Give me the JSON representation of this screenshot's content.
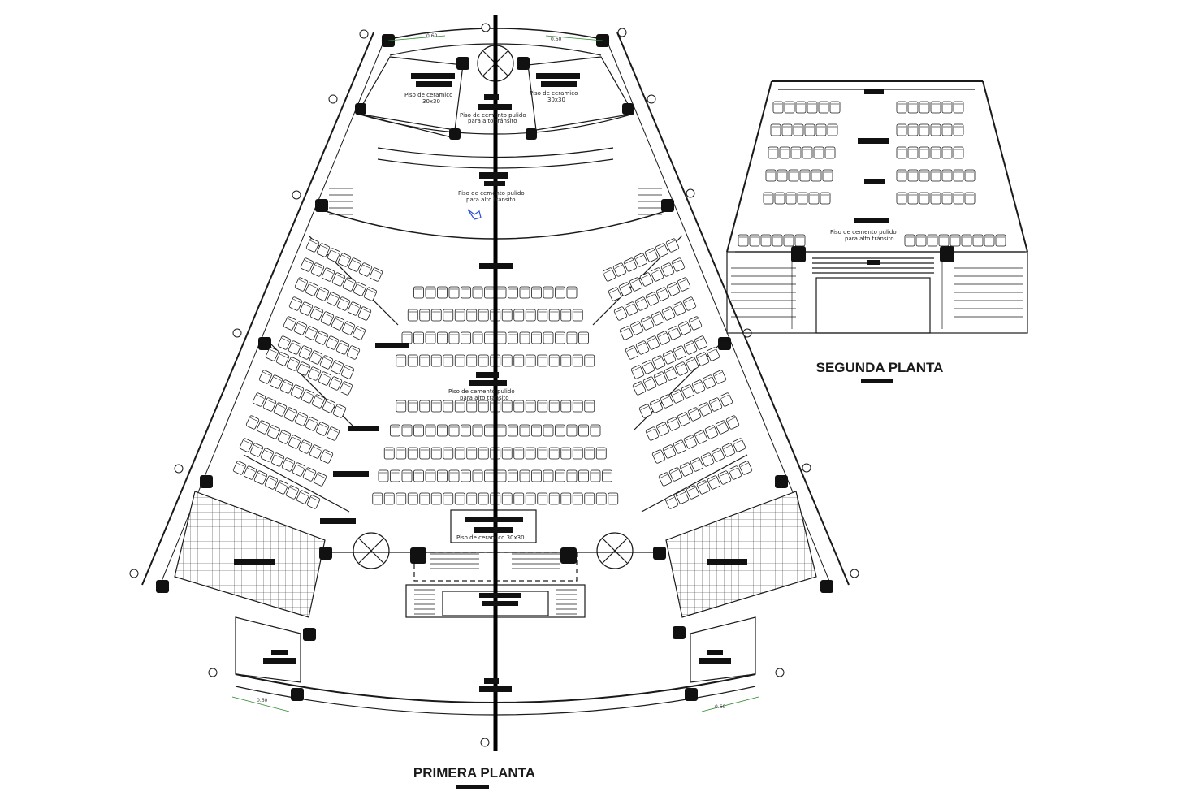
{
  "titles": {
    "first_floor": "PRIMERA PLANTA",
    "second_floor": "SEGUNDA PLANTA"
  },
  "notes": {
    "ceramic_30": "Piso de ceramico",
    "ceramic_size": "30x30",
    "cement_1": "Piso de cemento pulido",
    "cement_2": "para alto tránsito",
    "ceramic_inline": "Piso de ceramico 30x30"
  },
  "dimensions": {
    "top_left": "0.60",
    "top_right": "0.60",
    "bottom_left": "0.60",
    "bottom_right": "0.60"
  },
  "colors": {
    "line": "#1a1a1a",
    "label_block": "#111111",
    "dim_tick": "#2a8a2a",
    "axis": "#000000",
    "accent_blue": "#2b4fd8"
  }
}
